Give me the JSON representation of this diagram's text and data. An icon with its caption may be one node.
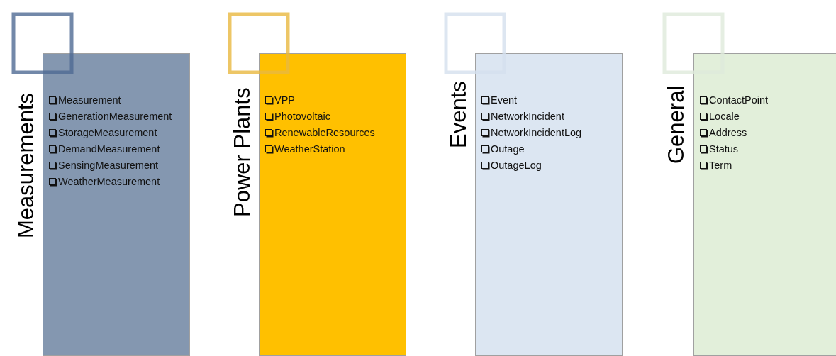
{
  "diagram": {
    "nodes": [
      {
        "text": [
          "Measurements",
          "Measurement",
          "GenerationMeasurement",
          "StorageMeasurement",
          "DemandMeasurement",
          "SensingMeasurement",
          "WeatherMeasurement"
        ]
      },
      {
        "text": [
          "Power Plants",
          "VPP",
          "Photovoltaic",
          "RenewableResources",
          "WeatherStation"
        ]
      },
      {
        "text": [
          "Events",
          "Event",
          "NetworkIncident",
          "NetworkIncidentLog",
          "Outage",
          "OutageLog"
        ]
      },
      {
        "text": [
          "General",
          "ContactPoint",
          "Locale",
          "Address",
          "Status",
          "Term"
        ]
      }
    ]
  }
}
